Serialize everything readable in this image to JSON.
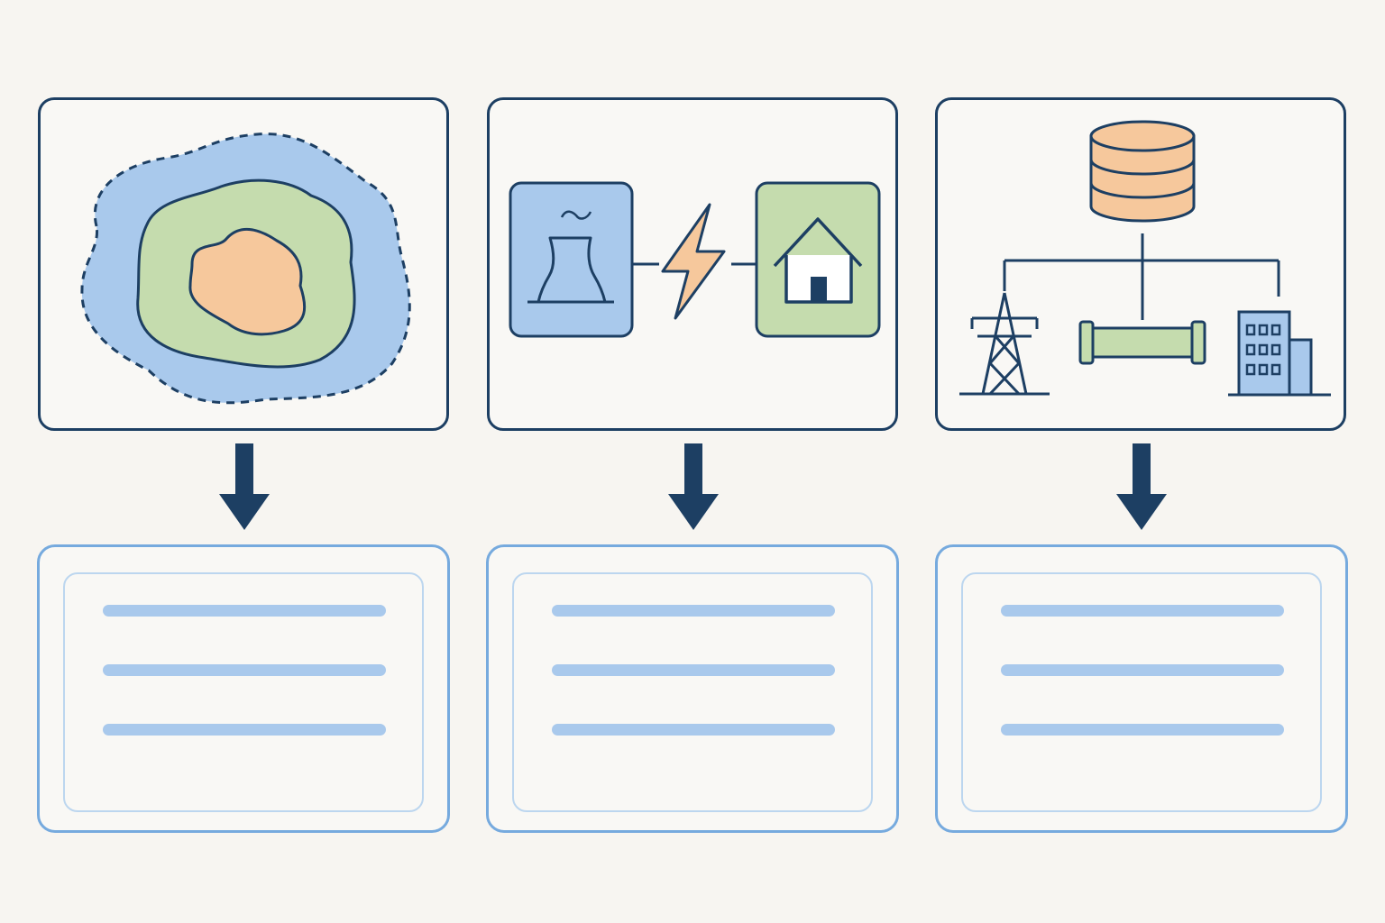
{
  "colors": {
    "outline": "#1d3f63",
    "blue_fill": "#a9c9ec",
    "green_fill": "#c5dcae",
    "orange_fill": "#f6c89c",
    "card_border": "#76aade",
    "background": "#f7f5f1"
  },
  "panels": [
    {
      "icon": "concentric-zones-map-icon"
    },
    {
      "icons": [
        "power-plant-icon",
        "lightning-bolt-icon",
        "house-icon"
      ]
    },
    {
      "icons": [
        "database-icon",
        "transmission-tower-icon",
        "pipeline-icon",
        "office-building-icon"
      ]
    }
  ],
  "cards": [
    {
      "placeholder_lines": 3
    },
    {
      "placeholder_lines": 3
    },
    {
      "placeholder_lines": 3
    }
  ]
}
